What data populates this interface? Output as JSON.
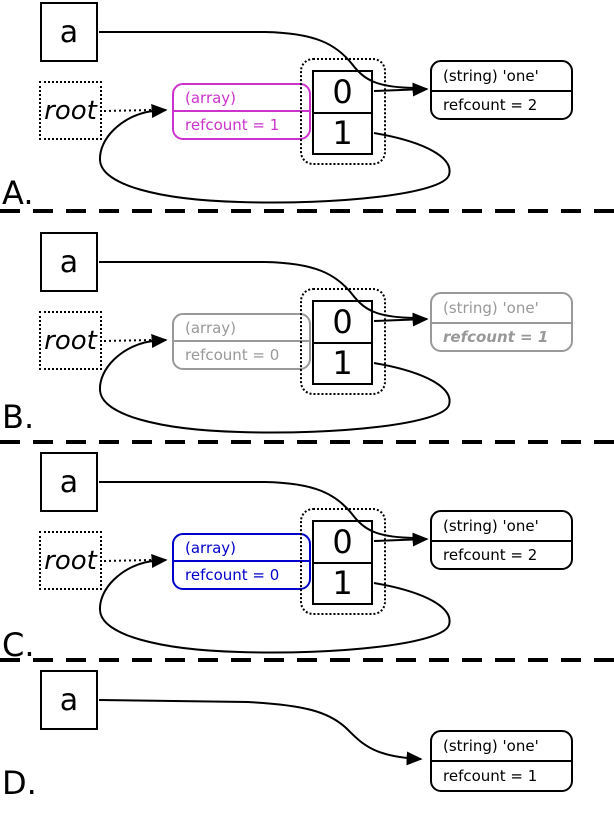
{
  "colors": {
    "highlight_candidate": "#cc33cc",
    "dimmed": "#999999",
    "highlight_scan": "#0000cc",
    "line": "#000000"
  },
  "panels": [
    {
      "label": "A.",
      "variable": "a",
      "root": "root",
      "array": {
        "type": "(array)",
        "refcount": "refcount = 1",
        "color": "#cc33cc"
      },
      "cells": [
        "0",
        "1"
      ],
      "string": {
        "type": "(string) 'one'",
        "refcount": "refcount = 2",
        "color": "#000000"
      }
    },
    {
      "label": "B.",
      "variable": "a",
      "root": "root",
      "array": {
        "type": "(array)",
        "refcount": "refcount = 0",
        "color": "#999999"
      },
      "cells": [
        "0",
        "1"
      ],
      "string": {
        "type": "(string) 'one'",
        "refcount": "refcount = 1",
        "color": "#999999"
      }
    },
    {
      "label": "C.",
      "variable": "a",
      "root": "root",
      "array": {
        "type": "(array)",
        "refcount": "refcount = 0",
        "color": "#0000cc"
      },
      "cells": [
        "0",
        "1"
      ],
      "string": {
        "type": "(string) 'one'",
        "refcount": "refcount = 2",
        "color": "#000000"
      }
    },
    {
      "label": "D.",
      "variable": "a",
      "string": {
        "type": "(string) 'one'",
        "refcount": "refcount = 1",
        "color": "#000000"
      }
    }
  ]
}
